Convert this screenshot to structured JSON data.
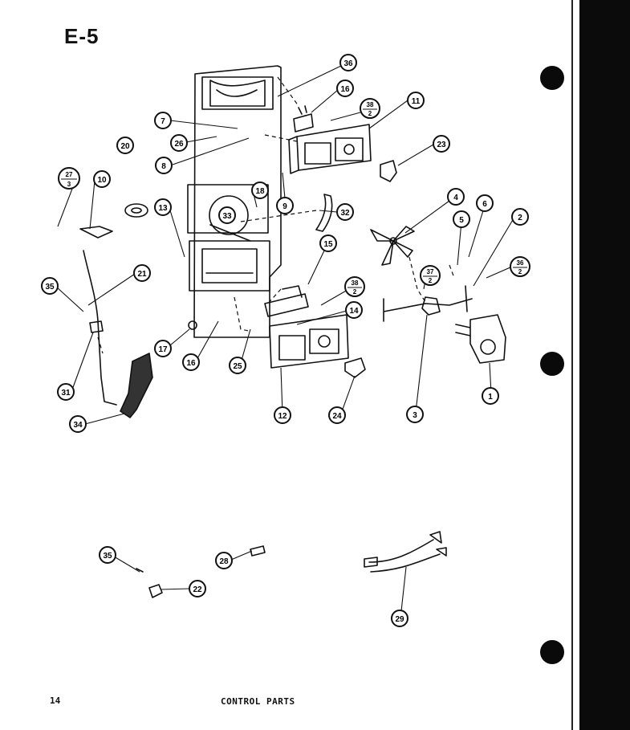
{
  "page": {
    "code": "E-5",
    "number": "14",
    "title": "CONTROL PARTS"
  },
  "callouts": {
    "c36a": "36",
    "c16a": "16",
    "c38a": {
      "num": "38",
      "den": "2"
    },
    "c11": "11",
    "c7": "7",
    "c26": "26",
    "c20": "20",
    "c8": "8",
    "c23": "23",
    "c27": {
      "num": "27",
      "den": "3"
    },
    "c10": "10",
    "c18": "18",
    "c9": "9",
    "c13": "13",
    "c33": "33",
    "c32": "32",
    "c4": "4",
    "c6": "6",
    "c5": "5",
    "c2": "2",
    "c15": "15",
    "c36b": {
      "num": "36",
      "den": "2"
    },
    "c37": {
      "num": "37",
      "den": "2"
    },
    "c21": "21",
    "c35a": "35",
    "c38b": {
      "num": "38",
      "den": "2"
    },
    "c14": "14",
    "c17": "17",
    "c16b": "16",
    "c25": "25",
    "c31": "31",
    "c24": "24",
    "c12": "12",
    "c3": "3",
    "c1": "1",
    "c34": "34",
    "c35b": "35",
    "c28": "28",
    "c22": "22",
    "c29": "29"
  }
}
